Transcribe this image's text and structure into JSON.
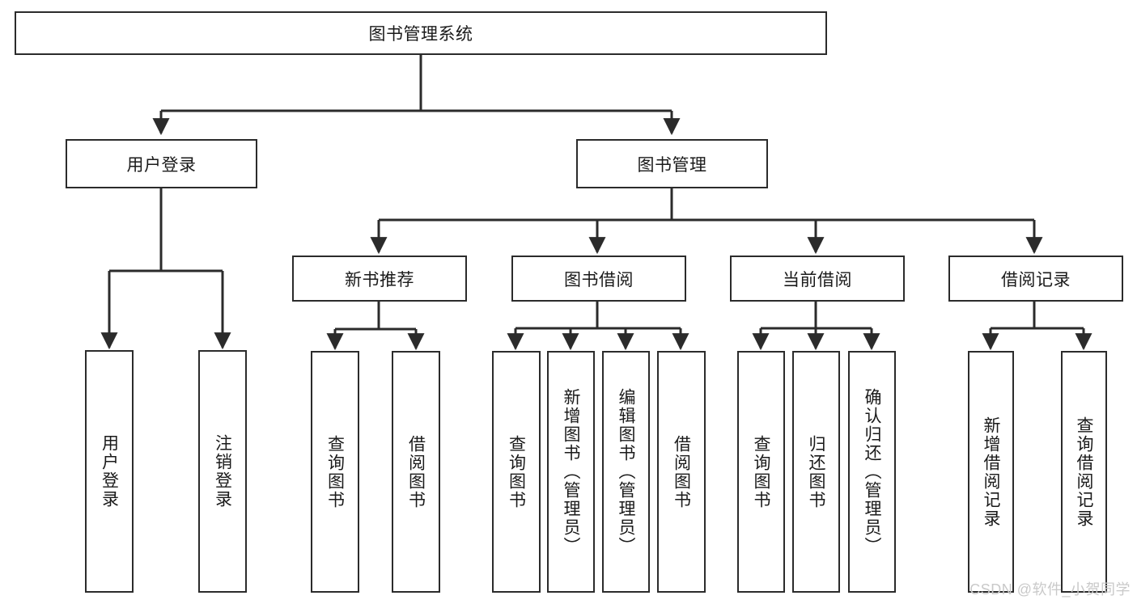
{
  "diagram": {
    "title": "图书管理系统",
    "type": "hierarchy-tree",
    "root": {
      "id": "root",
      "label": "图书管理系统"
    },
    "level2": [
      {
        "id": "user-login",
        "label": "用户登录"
      },
      {
        "id": "book-manage",
        "label": "图书管理"
      }
    ],
    "level3": [
      {
        "id": "new-book-recommend",
        "label": "新书推荐",
        "parent": "book-manage"
      },
      {
        "id": "book-borrow",
        "label": "图书借阅",
        "parent": "book-manage"
      },
      {
        "id": "current-borrow",
        "label": "当前借阅",
        "parent": "book-manage"
      },
      {
        "id": "borrow-record",
        "label": "借阅记录",
        "parent": "book-manage"
      }
    ],
    "leaves": [
      {
        "id": "leaf-user-login",
        "label": "用户登录",
        "parent": "user-login"
      },
      {
        "id": "leaf-user-logout",
        "label": "注销登录",
        "parent": "user-login"
      },
      {
        "id": "leaf-query-book-1",
        "label": "查询图书",
        "parent": "new-book-recommend"
      },
      {
        "id": "leaf-borrow-book-1",
        "label": "借阅图书",
        "parent": "new-book-recommend"
      },
      {
        "id": "leaf-query-book-2",
        "label": "查询图书",
        "parent": "book-borrow"
      },
      {
        "id": "leaf-add-book",
        "label": "新增图书（管理员）",
        "parent": "book-borrow"
      },
      {
        "id": "leaf-edit-book",
        "label": "编辑图书（管理员）",
        "parent": "book-borrow"
      },
      {
        "id": "leaf-borrow-book-2",
        "label": "借阅图书",
        "parent": "book-borrow"
      },
      {
        "id": "leaf-query-book-3",
        "label": "查询图书",
        "parent": "current-borrow"
      },
      {
        "id": "leaf-return-book",
        "label": "归还图书",
        "parent": "current-borrow"
      },
      {
        "id": "leaf-confirm-return",
        "label": "确认归还（管理员）",
        "parent": "current-borrow"
      },
      {
        "id": "leaf-add-record",
        "label": "新增借阅记录",
        "parent": "borrow-record"
      },
      {
        "id": "leaf-query-record",
        "label": "查询借阅记录",
        "parent": "borrow-record"
      }
    ],
    "watermark": "CSDN @软件_小贺同学",
    "colors": {
      "stroke": "#2b2b2b",
      "fill": "#ffffff",
      "text": "#1a1a1a",
      "watermark": "#c9c9c9"
    }
  }
}
